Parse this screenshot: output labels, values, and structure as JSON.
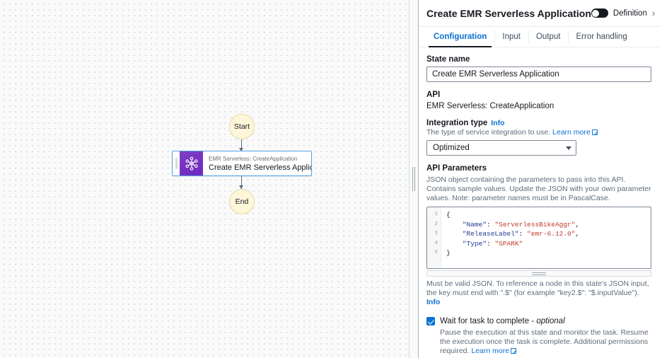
{
  "workflow": {
    "start_label": "Start",
    "end_label": "End",
    "state_card": {
      "subtitle": "EMR Serverless: CreateApplication",
      "title": "Create EMR Serverless Application",
      "icon": "emr-serverless-icon"
    }
  },
  "panel": {
    "title": "Create EMR Serverless Application",
    "toggle_label": "Definition",
    "tabs": [
      {
        "label": "Configuration",
        "active": true
      },
      {
        "label": "Input",
        "active": false
      },
      {
        "label": "Output",
        "active": false
      },
      {
        "label": "Error handling",
        "active": false
      }
    ],
    "state_name": {
      "label": "State name",
      "value": "Create EMR Serverless Application"
    },
    "api": {
      "label": "API",
      "value": "EMR Serverless: CreateApplication"
    },
    "integration_type": {
      "label": "Integration type",
      "info_label": "Info",
      "hint_text": "The type of service integration to use.",
      "learn_more": "Learn more",
      "selected": "Optimized"
    },
    "api_parameters": {
      "label": "API Parameters",
      "description": "JSON object containing the parameters to pass into this API. Contains sample values. Update the JSON with your own parameter values. Note: parameter names must be in PascalCase.",
      "code_lines": [
        {
          "num": "1",
          "segments": [
            {
              "t": "{",
              "c": "plain"
            }
          ]
        },
        {
          "num": "2",
          "segments": [
            {
              "t": "    ",
              "c": "plain"
            },
            {
              "t": "\"Name\"",
              "c": "key"
            },
            {
              "t": ": ",
              "c": "plain"
            },
            {
              "t": "\"ServerlessBikeAggr\"",
              "c": "str"
            },
            {
              "t": ",",
              "c": "plain"
            }
          ]
        },
        {
          "num": "3",
          "segments": [
            {
              "t": "    ",
              "c": "plain"
            },
            {
              "t": "\"ReleaseLabel\"",
              "c": "key"
            },
            {
              "t": ": ",
              "c": "plain"
            },
            {
              "t": "\"emr-6.12.0\"",
              "c": "str"
            },
            {
              "t": ",",
              "c": "plain"
            }
          ]
        },
        {
          "num": "4",
          "segments": [
            {
              "t": "    ",
              "c": "plain"
            },
            {
              "t": "\"Type\"",
              "c": "key"
            },
            {
              "t": ": ",
              "c": "plain"
            },
            {
              "t": "\"SPARK\"",
              "c": "str"
            }
          ]
        },
        {
          "num": "5",
          "segments": [
            {
              "t": "}",
              "c": "plain"
            }
          ]
        }
      ],
      "footer_text": "Must be valid JSON. To reference a node in this state's JSON input, the key must end with \".$\" (for example \"key2.$\": \"$.inputValue\").",
      "footer_info": "Info"
    },
    "wait_for_task": {
      "label": "Wait for task to complete - ",
      "optional": "optional",
      "description": "Pause the execution at this state and monitor the task. Resume the execution once the task is complete. Additional permissions required.",
      "learn_more": "Learn more",
      "checked": true
    }
  },
  "colors": {
    "accent_blue": "#0972d3",
    "node_purple": "#7d3fc4",
    "start_end_fill": "#fdf6d8",
    "selection_border": "#539fe5"
  }
}
